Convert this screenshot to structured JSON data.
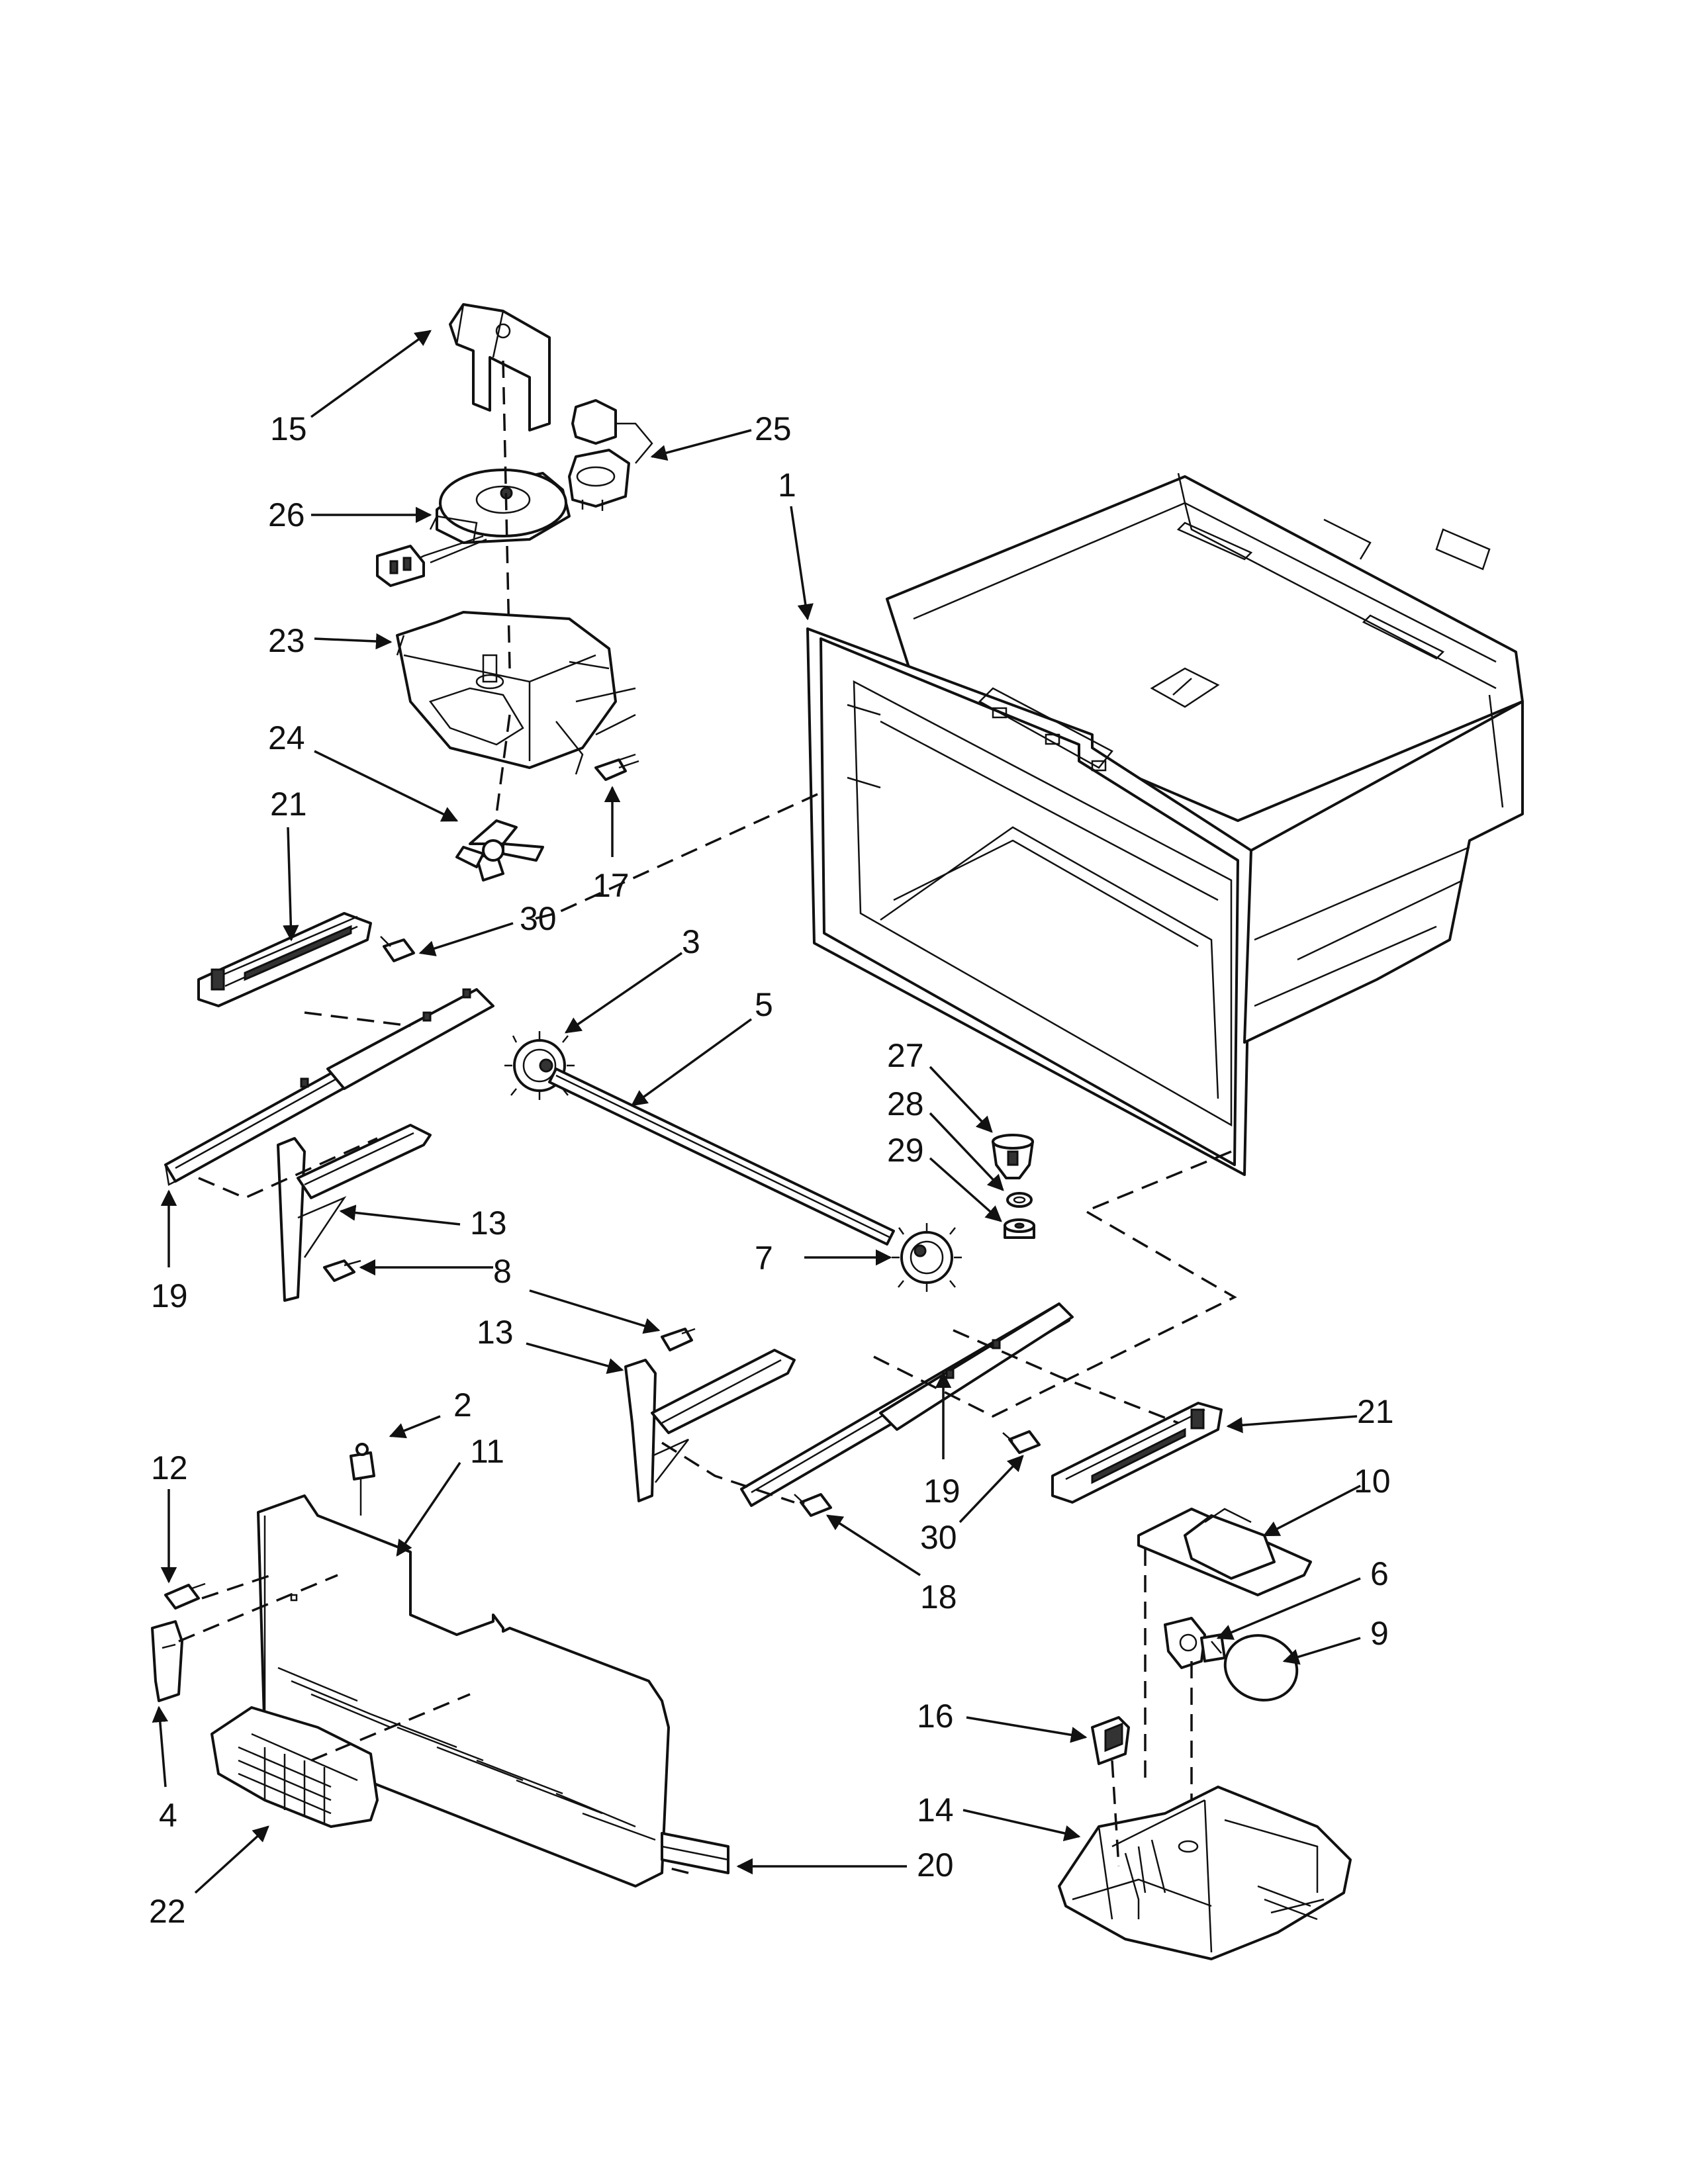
{
  "diagram": {
    "callouts": [
      "1",
      "2",
      "3",
      "4",
      "5",
      "6",
      "7",
      "8",
      "9",
      "10",
      "11",
      "12",
      "13",
      "13",
      "14",
      "15",
      "16",
      "17",
      "18",
      "19",
      "19",
      "20",
      "21",
      "21",
      "22",
      "23",
      "24",
      "25",
      "26",
      "27",
      "28",
      "29",
      "30",
      "30"
    ],
    "labels": {
      "c1": "1",
      "c2": "2",
      "c3": "3",
      "c4": "4",
      "c5": "5",
      "c6": "6",
      "c7": "7",
      "c8": "8",
      "c9": "9",
      "c10": "10",
      "c11": "11",
      "c12": "12",
      "c13a": "13",
      "c13b": "13",
      "c14": "14",
      "c15": "15",
      "c16": "16",
      "c17": "17",
      "c18": "18",
      "c19a": "19",
      "c19b": "19",
      "c20": "20",
      "c21a": "21",
      "c21b": "21",
      "c22": "22",
      "c23": "23",
      "c24": "24",
      "c25": "25",
      "c26": "26",
      "c27": "27",
      "c28": "28",
      "c29": "29",
      "c30a": "30",
      "c30b": "30"
    }
  }
}
